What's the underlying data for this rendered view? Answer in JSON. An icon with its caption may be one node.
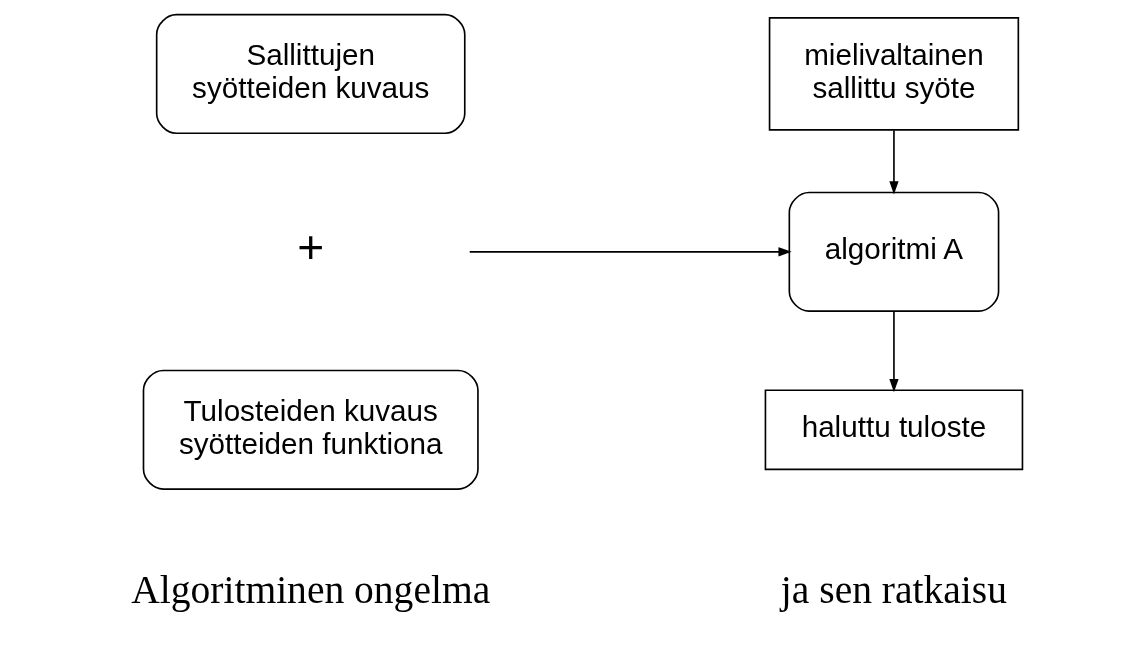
{
  "diagram": {
    "nodes": [
      {
        "text": [
          "Sallittujen syötteiden kuvaus"
        ]
      },
      {
        "text": [
          "Tulosteiden kuvaus syötteiden funktiona"
        ]
      },
      {
        "text": [
          "mielivaltainen sallittu syöte"
        ]
      },
      {
        "text": [
          "algoritmi A"
        ]
      },
      {
        "text": [
          "haluttu tuloste"
        ]
      }
    ],
    "edges": [
      {
        "from": null,
        "to": 3,
        "arrow": "to"
      },
      {
        "from": 2,
        "to": 3,
        "arrow": "to"
      },
      {
        "from": 3,
        "to": 4,
        "arrow": "to"
      }
    ],
    "labels": [
      "+",
      "Algoritminen ongelma",
      "ja sen ratkaisu"
    ]
  }
}
